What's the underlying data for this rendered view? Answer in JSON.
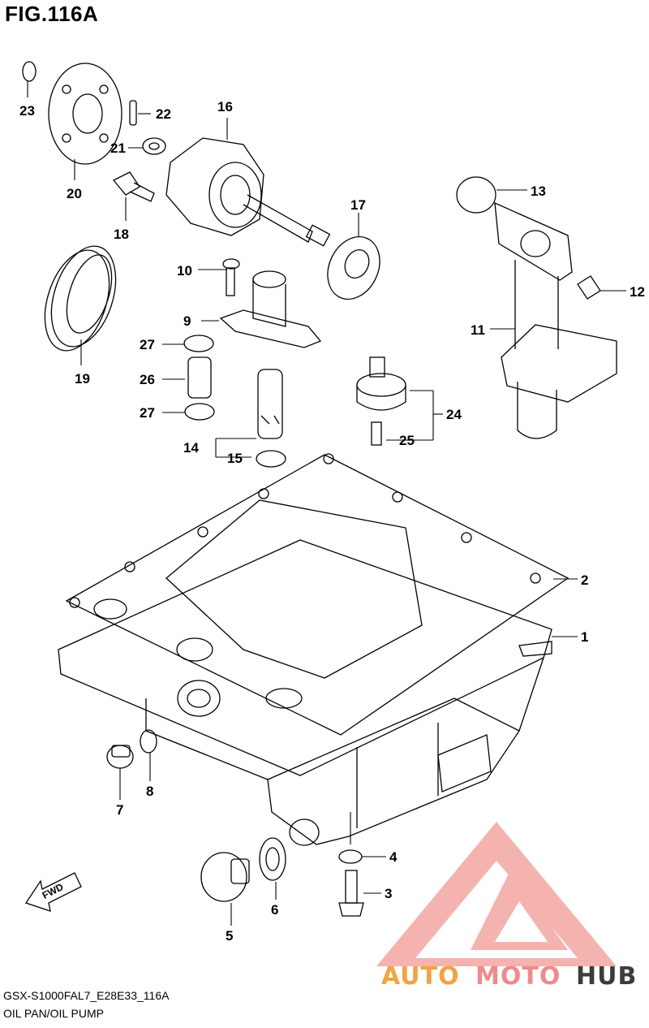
{
  "figure": {
    "title": "FIG.116A",
    "code": "GSX-S1000FAL7_E28E33_116A",
    "subtitle": "OIL PAN/OIL PUMP",
    "fwd_label": "FWD"
  },
  "callouts": [
    "1",
    "2",
    "3",
    "4",
    "5",
    "6",
    "7",
    "8",
    "9",
    "10",
    "11",
    "12",
    "13",
    "14",
    "15",
    "16",
    "17",
    "19",
    "20",
    "21",
    "22",
    "23",
    "24",
    "25",
    "26",
    "27",
    "27"
  ],
  "watermark": {
    "part1": "AUTO",
    "part2": "MOTO",
    "part3": "HUB",
    "color_primary": "#f4a340",
    "color_secondary": "#f08a8a",
    "color_dark": "#3c3c3c"
  }
}
